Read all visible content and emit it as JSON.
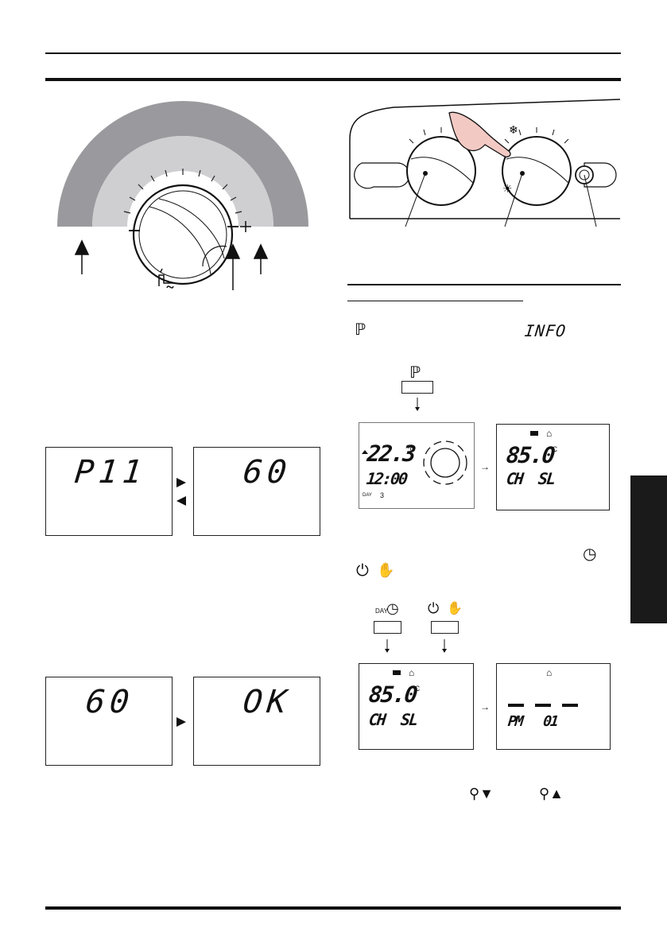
{
  "info_label": "INFO",
  "param_display": {
    "left": "P11",
    "right": "60"
  },
  "confirm_display": {
    "left": "60",
    "right": "OK"
  },
  "main_display": {
    "temp": "22.3",
    "unit": "°C",
    "time": "12:00",
    "day_label": "DAY",
    "day_num": "3"
  },
  "ch_display": {
    "temp": "85.0",
    "unit": "°C",
    "mode": "CH  SL"
  },
  "ch_display_2": {
    "temp": "85.0",
    "unit": "°C",
    "mode": "CH  SL"
  },
  "pm_display": {
    "mode": "PM   01"
  },
  "day_button_label": "DAY",
  "icons": [
    "tap-icon",
    "snowflake-icon",
    "sun-icon",
    "radiator-icon",
    "info-icon",
    "power-icon",
    "hand-icon",
    "clock-icon",
    "house-icon"
  ]
}
